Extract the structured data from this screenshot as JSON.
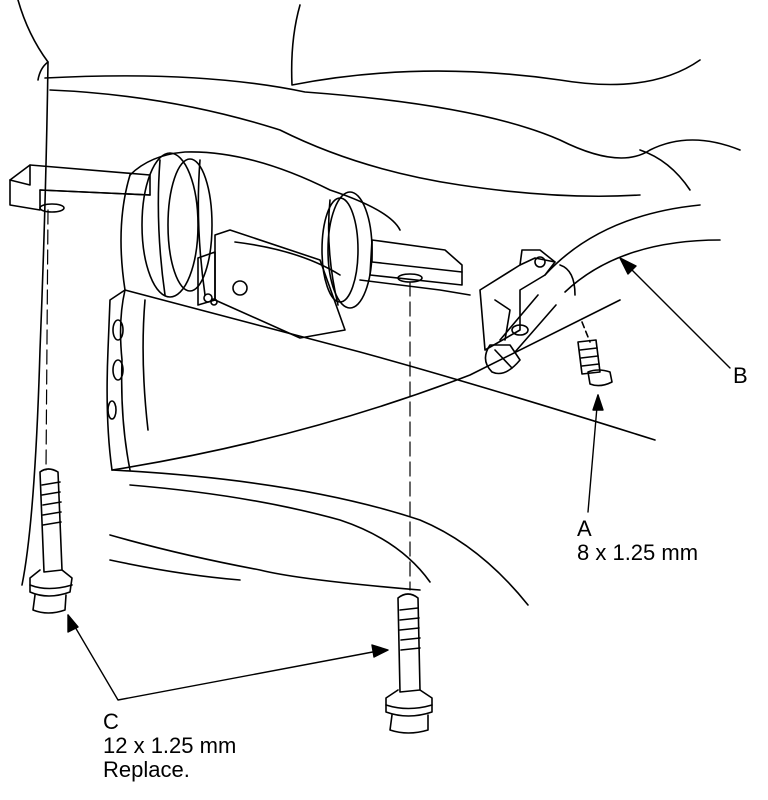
{
  "colors": {
    "line": "#000000",
    "background": "#ffffff"
  },
  "callouts": {
    "a": {
      "letter": "A",
      "spec": "8 x 1.25 mm"
    },
    "b": {
      "letter": "B"
    },
    "c": {
      "letter": "C",
      "spec": "12 x 1.25 mm",
      "note": "Replace."
    }
  }
}
